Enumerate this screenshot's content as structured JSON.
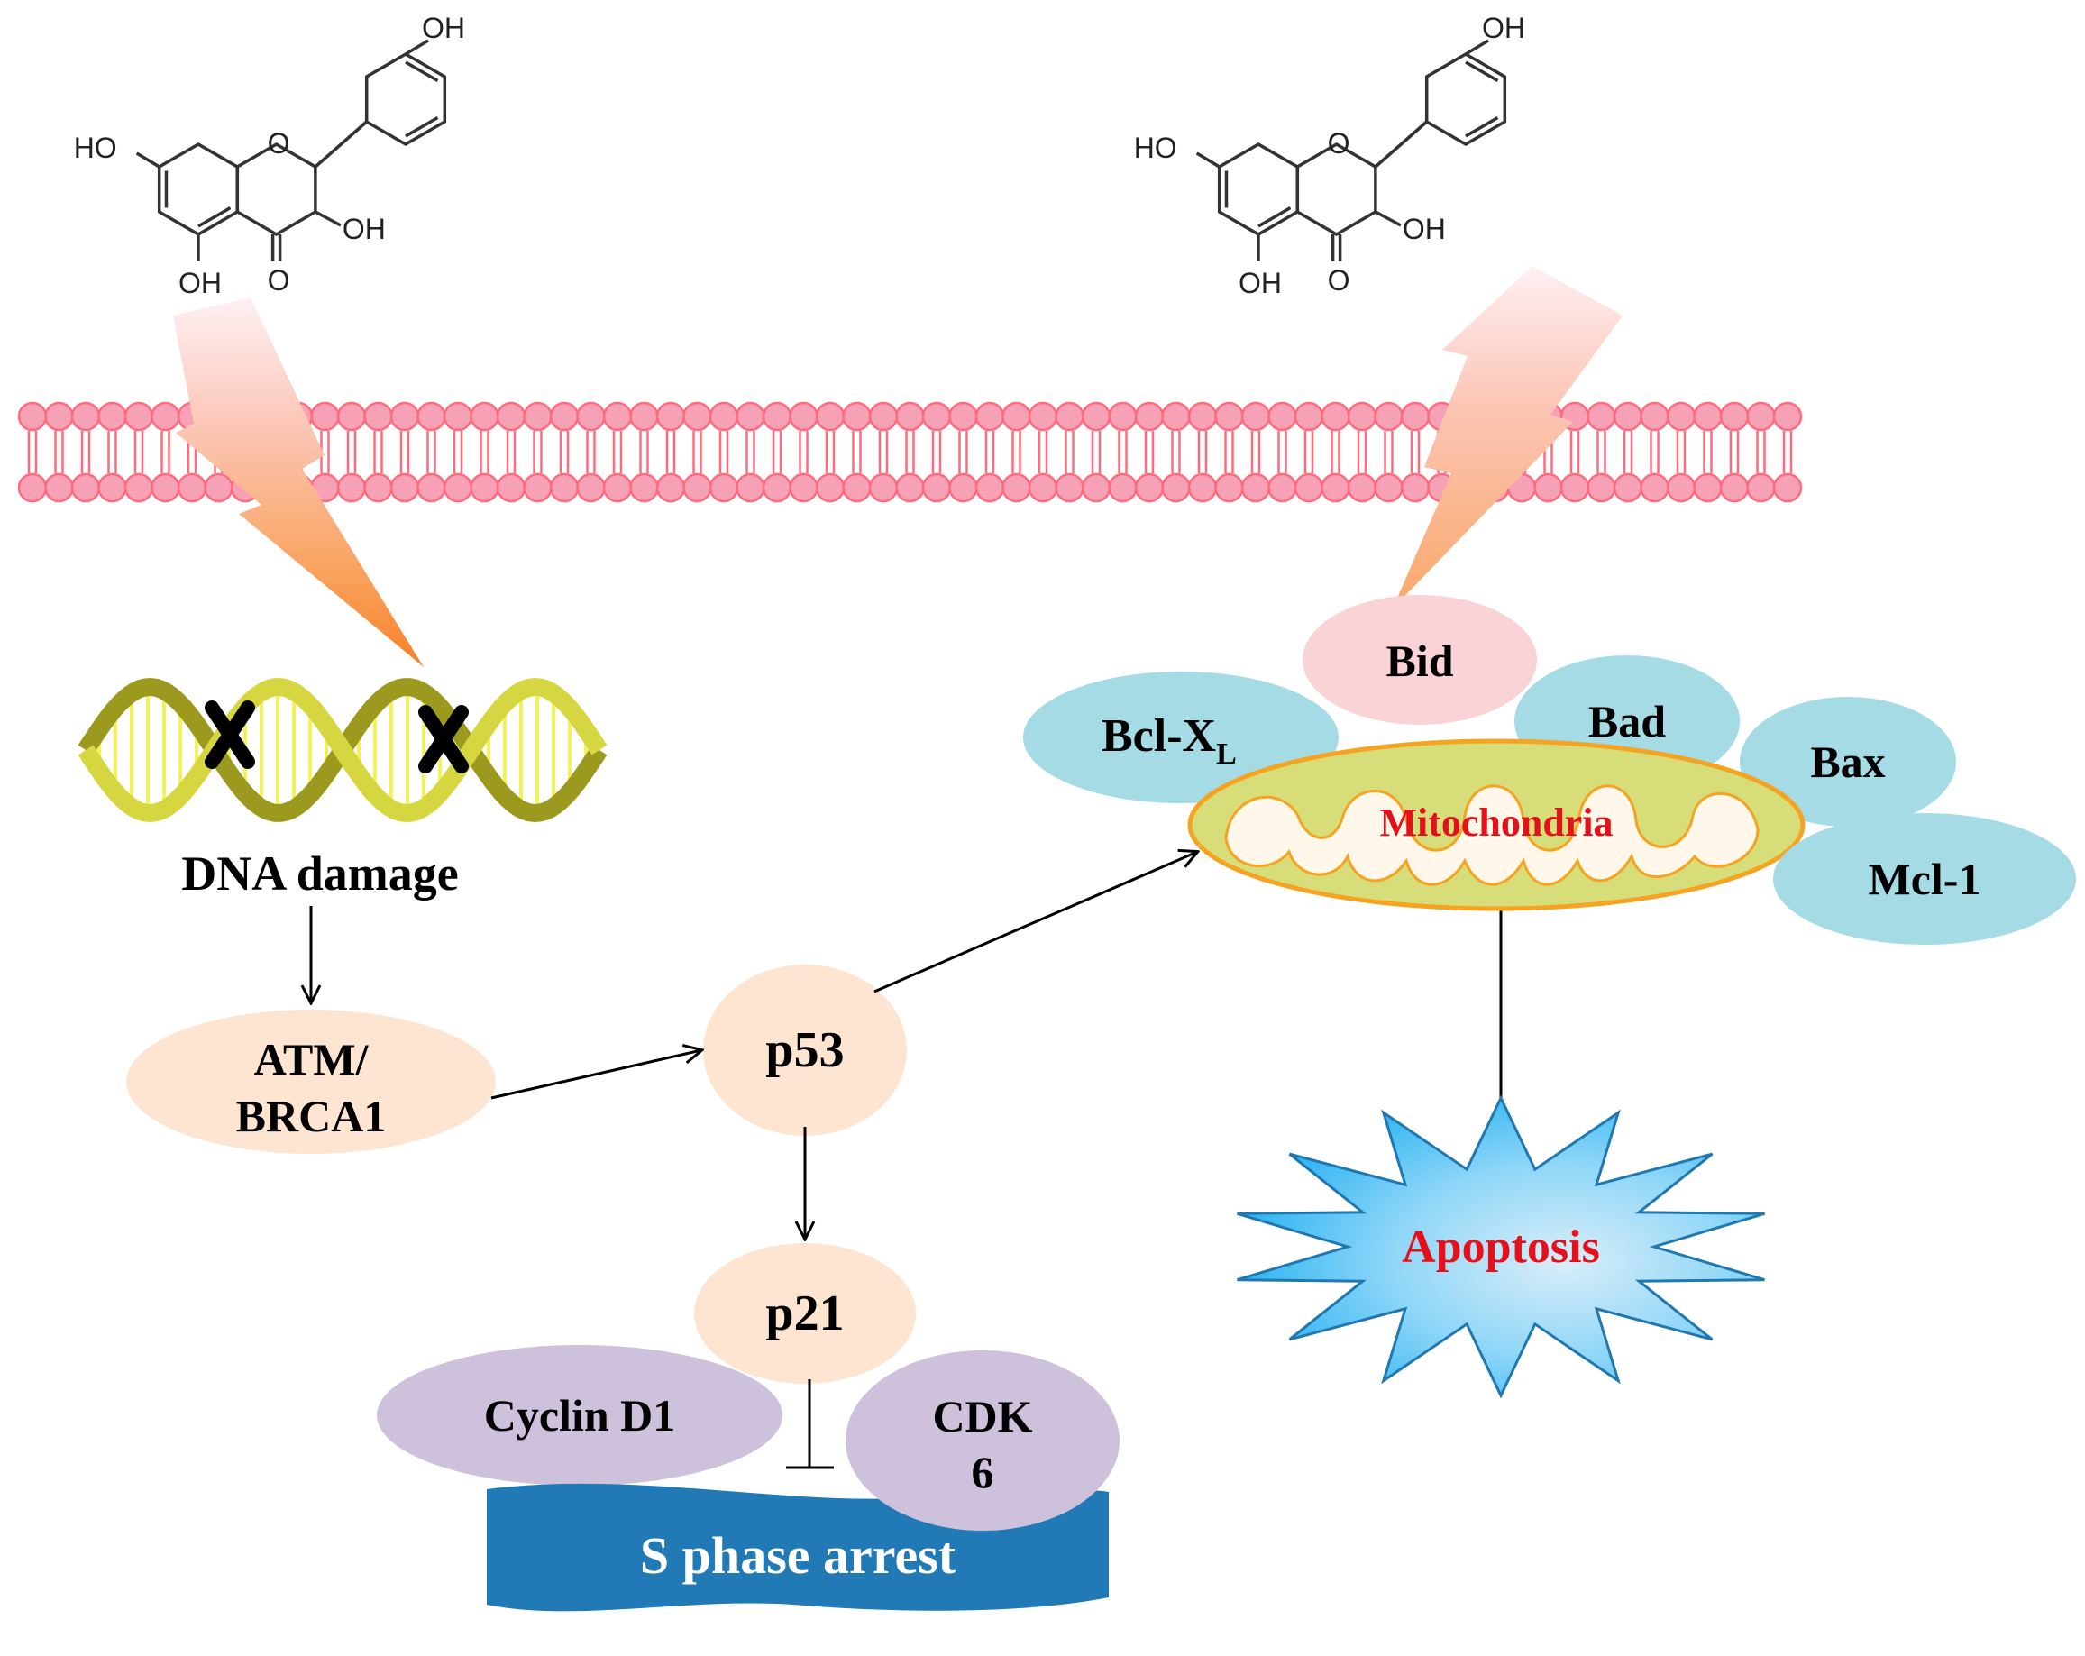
{
  "molecule": {
    "substituents": [
      "OH",
      "HO",
      "OH",
      "OH",
      "O"
    ]
  },
  "nodes": {
    "dna_damage": "DNA damage",
    "atm_brca1": [
      "ATM/",
      "BRCA1"
    ],
    "p53": "p53",
    "p21": "p21",
    "cyclin_d1": "Cyclin D1",
    "cdk6": [
      "CDK",
      "6"
    ],
    "s_phase_arrest": "S phase arrest",
    "bid": "Bid",
    "bcl_xl": "Bcl-X",
    "bcl_xl_sub": "L",
    "bad": "Bad",
    "bax": "Bax",
    "mcl1": "Mcl-1",
    "mitochondria": "Mitochondria",
    "apoptosis": "Apoptosis"
  },
  "colors": {
    "membrane": "#ff6a7d",
    "membrane_fill": "#f7a1b6",
    "peach": "#fde5d2",
    "light_blue": "#a4dbe5",
    "lavender": "#cdc1dc",
    "bid_pink": "#f9d3d6",
    "banner_blue": "#2179b6",
    "mito_yellow": "#d6dd79",
    "mito_orange": "#f5a321",
    "star_blue": "#4fc0f4",
    "red_text": "#e2111b"
  }
}
